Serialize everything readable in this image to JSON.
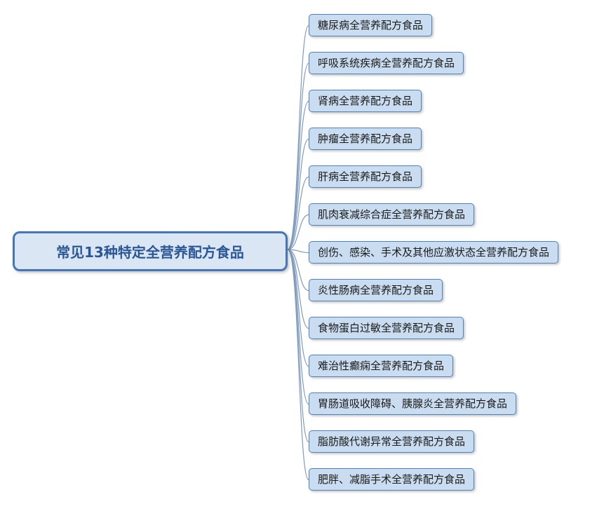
{
  "root": {
    "label": "常见13种特定全营养配方食品"
  },
  "branches": [
    {
      "label": "糖尿病全营养配方食品"
    },
    {
      "label": "呼吸系统疾病全营养配方食品"
    },
    {
      "label": "肾病全营养配方食品"
    },
    {
      "label": "肿瘤全营养配方食品"
    },
    {
      "label": "肝病全营养配方食品"
    },
    {
      "label": "肌肉衰减综合症全营养配方食品"
    },
    {
      "label": "创伤、感染、手术及其他应激状态全营养配方食品"
    },
    {
      "label": "炎性肠病全营养配方食品"
    },
    {
      "label": "食物蛋白过敏全营养配方食品"
    },
    {
      "label": "难治性癫痫全营养配方食品"
    },
    {
      "label": "胃肠道吸收障碍、胰腺炎全营养配方食品"
    },
    {
      "label": "脂肪酸代谢异常全营养配方食品"
    },
    {
      "label": "肥胖、减脂手术全营养配方食品"
    }
  ],
  "colors": {
    "branch_fill": "#c9dcf0",
    "branch_border": "#4f81bd",
    "root_fill": "#dae6f3",
    "root_border": "#4577b8",
    "root_text": "#2b5797",
    "connector": "#7f9bbf"
  }
}
